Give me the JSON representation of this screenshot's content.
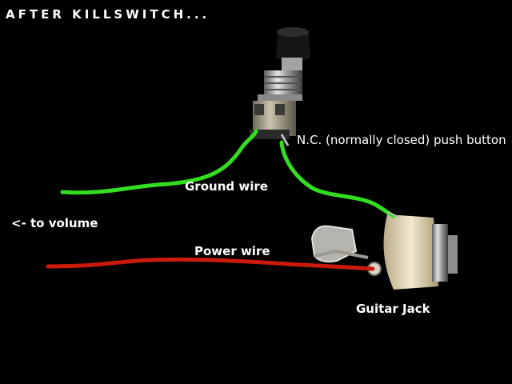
{
  "title": "AFTER KILLSWITCH...",
  "labels": {
    "push_button": "N.C. (normally closed) push button",
    "ground_wire": "Ground wire",
    "to_volume": "<- to volume",
    "power_wire": "Power wire",
    "guitar_jack": "Guitar Jack"
  },
  "colors": {
    "background": "#000000",
    "ground_wire": "#33dd22",
    "power_wire": "#cc1a0a",
    "text": "#ffffff"
  }
}
